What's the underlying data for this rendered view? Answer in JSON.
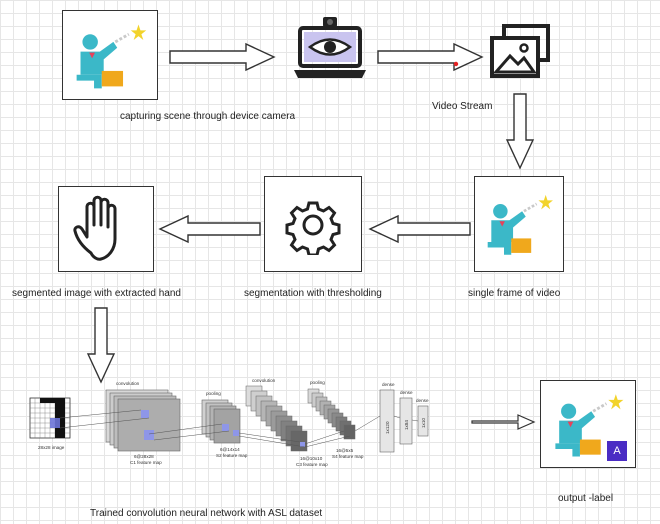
{
  "captions": {
    "camera": "capturing scene through  device camera",
    "stream": "Video Stream",
    "frame": "single frame of video",
    "segmentation": "segmentation with thresholding",
    "hand": "segmented image with extracted hand",
    "cnn": "Trained convolution neural network with ASL dataset",
    "output": "output -label"
  },
  "cnn_labels": {
    "input": "28x28 image",
    "conv1": "convolution",
    "c1": "C1 feature map",
    "c1_dim": "6@28x28",
    "pool1": "pooling",
    "s2": "S2 feature map",
    "s2_dim": "6@14x14",
    "conv2": "convolution",
    "c3": "C3 feature map",
    "c3_dim": "16@10x10",
    "pool2": "pooling",
    "s4": "S4 feature map",
    "s4_dim": "16@5x5",
    "dense1": "dense",
    "dense2": "dense",
    "dense3": "dense",
    "d1": "1x120",
    "d2": "1x84",
    "d3": "1x10"
  },
  "output_badge": "A",
  "colors": {
    "figure": "#3bb8c8",
    "box": "#f0a81c",
    "star": "#f2d32b",
    "badge": "#4a2cc4",
    "shirt_accent": "#e8415a"
  }
}
